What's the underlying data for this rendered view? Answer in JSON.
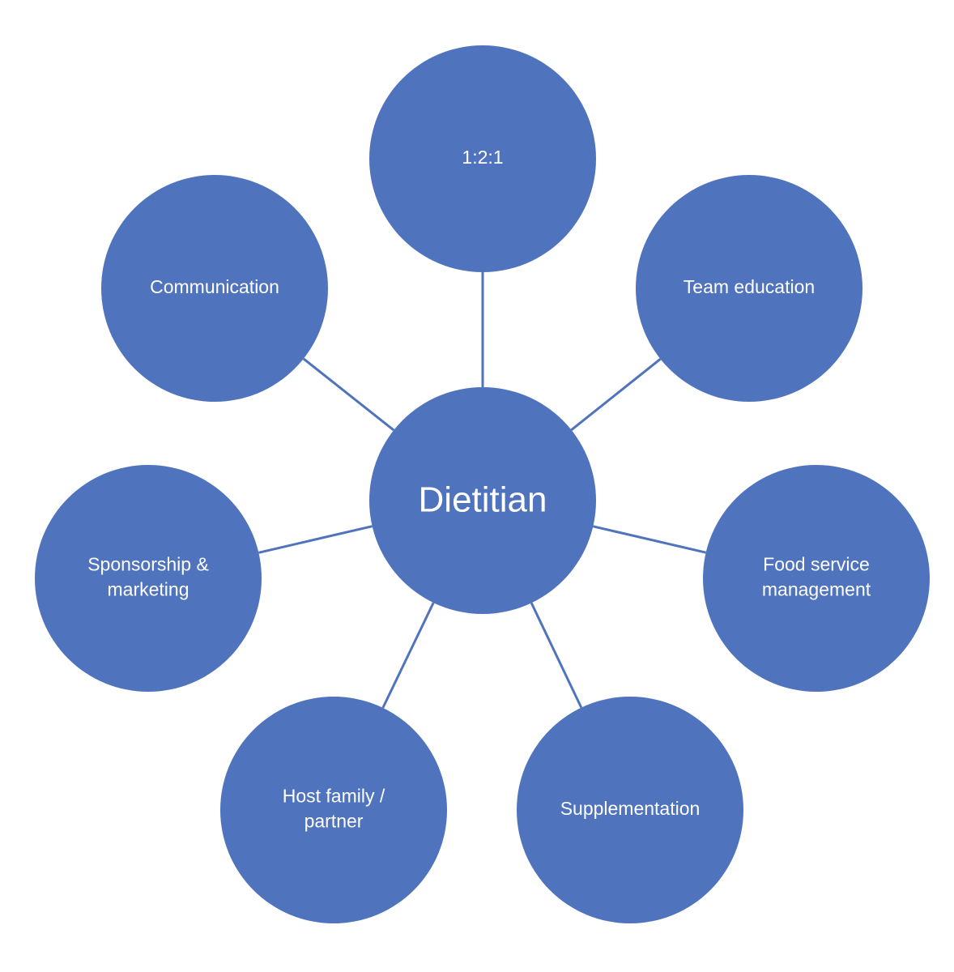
{
  "diagram": {
    "center": {
      "label": "Dietitian"
    },
    "nodes": [
      {
        "id": "node-121",
        "lines": [
          "1:2:1"
        ]
      },
      {
        "id": "node-team-education",
        "lines": [
          "Team education"
        ]
      },
      {
        "id": "node-food-service-management",
        "lines": [
          "Food service",
          "management"
        ]
      },
      {
        "id": "node-supplementation",
        "lines": [
          "Supplementation"
        ]
      },
      {
        "id": "node-host-family-partner",
        "lines": [
          "Host family /",
          "partner"
        ]
      },
      {
        "id": "node-sponsorship-marketing",
        "lines": [
          "Sponsorship &",
          "marketing"
        ]
      },
      {
        "id": "node-communication",
        "lines": [
          "Communication"
        ]
      }
    ],
    "colors": {
      "node_fill": "#4f73bd",
      "connector": "#4f73bd",
      "text": "#ffffff",
      "background": "#ffffff"
    }
  }
}
